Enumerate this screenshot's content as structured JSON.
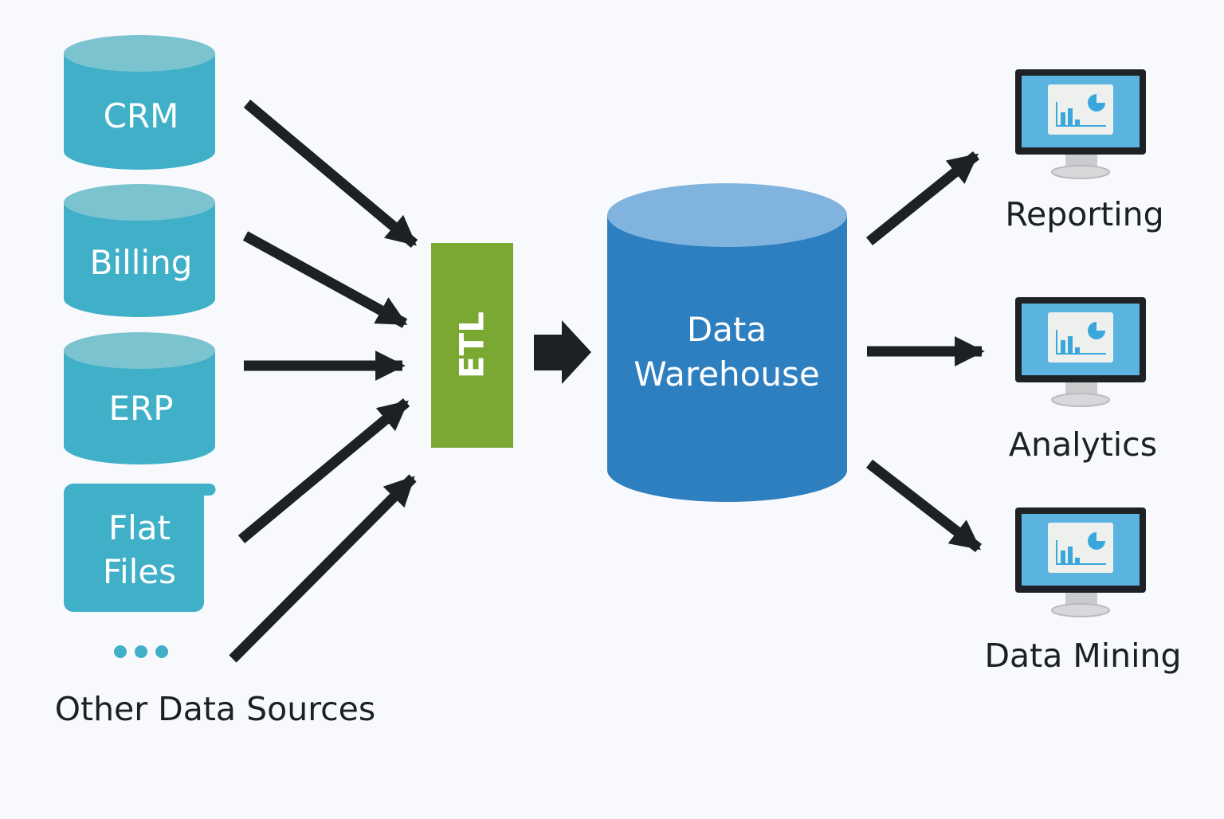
{
  "colors": {
    "background": "#f8f9fc",
    "source_body": "#3fb0c8",
    "source_top": "#7cc3d0",
    "etl": "#7ba733",
    "warehouse_body": "#2e7fc0",
    "warehouse_top": "#80b4df",
    "arrow": "#1c2126",
    "monitor_screen": "#5bb3e0"
  },
  "sources": {
    "items": [
      {
        "label": "CRM",
        "shape": "cylinder"
      },
      {
        "label": "Billing",
        "shape": "cylinder"
      },
      {
        "label": "ERP",
        "shape": "cylinder"
      },
      {
        "label_line1": "Flat",
        "label_line2": "Files",
        "shape": "file"
      }
    ],
    "more_icon": "ellipsis-dots",
    "caption": "Other Data Sources"
  },
  "etl": {
    "label": "ETL"
  },
  "warehouse": {
    "label_line1": "Data",
    "label_line2": "Warehouse"
  },
  "outputs": [
    {
      "label": "Reporting",
      "icon": "monitor-chart-icon"
    },
    {
      "label": "Analytics",
      "icon": "monitor-chart-icon"
    },
    {
      "label": "Data Mining",
      "icon": "monitor-chart-icon"
    }
  ]
}
